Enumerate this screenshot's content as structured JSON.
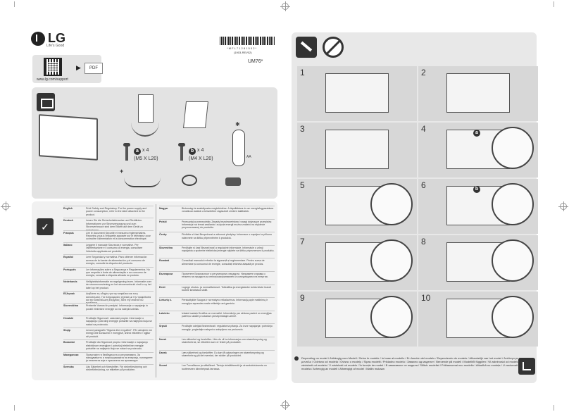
{
  "brand": {
    "logo": "LG",
    "tagline": "Life's Good"
  },
  "support": {
    "url": "www.lg.com/support",
    "pdf_label": "PDF",
    "arrow": "▶"
  },
  "barcode": {
    "number": "* M F L 7 1 2 8 1 5 0 2 *",
    "part_code": "(1903-REV02)"
  },
  "model": "UM76*",
  "box_contents": {
    "screw_a": {
      "badge": "a",
      "count": "x 4",
      "size": "(M5 X L20)"
    },
    "screw_b": {
      "badge": "b",
      "count": "x 4",
      "size": "(M4 X L20)"
    },
    "battery": "AA",
    "bluetooth_icon": "bluetooth-icon",
    "plus": "+"
  },
  "check_icon": "✓",
  "languages_left": [
    {
      "lang": "English",
      "text": "Print Safety and Regulatory. For the power supply and power consumption, refer to the label attached to the product."
    },
    {
      "lang": "Deutsch",
      "text": "Lesen Sie die Sicherheitshinweise und Richtlinien. Informationen zur Stromversorgung und zum Stromverbrauch sind dem Etikett auf dem Gerät zu entnehmen."
    },
    {
      "lang": "Français",
      "text": "Lire le document Sécurité et mesures réglementaires. Reportez-vous à l'étiquette apposée sur le téléviseur pour connaître l'alimentation et la consommation électrique."
    },
    {
      "lang": "Italiano",
      "text": "Leggere il manuale Sicurezza e normative. Per l'alimentazione e il consumo di energia, consultare l'etichetta applicata sul prodotto."
    },
    {
      "lang": "Español",
      "text": "Leer Seguridad y normativa. Para obtener información acerca de la fuente de alimentación y el consumo de energía, consulte la etiqueta del producto."
    },
    {
      "lang": "Português",
      "text": "Ler informações sobre a Segurança e Regulamentos. No que respeita à fonte de alimentação e ao consumo de energia, consulte a etiqueta afixada no produto."
    },
    {
      "lang": "Nederlands",
      "text": "Veiligheidsinformatie en regelgeving lezen. Informatie over de stroomvoorziening en het stroomverbruik vindt u op het label op het product."
    },
    {
      "lang": "Ελληνικά",
      "text": "Διαβάστε τις οδηγίες για την ασφάλεια και τους κανονισμούς. Για πληροφορίες σχετικά με την τροφοδοσία και την κατανάλωση ενέργειας, δείτε την ετικέτα του προϊόντος."
    },
    {
      "lang": "Slovenščina",
      "text": "Preberite Varnost in predpisi. Informacije o napajanju in porabi električne energije so na nalepki izdelka."
    },
    {
      "lang": "Hrvatski",
      "text": "Pročitajte Sigurnost i zakonski propisi. Informacije o napajanju i potrošnji energije potražite na naljepnici koja se nalazi na proizvodu."
    },
    {
      "lang": "Shqip",
      "text": "Lexoni paragrafin \"Siguria dhe rregullimi\". Për ushqimin me energji dhe konsumin e energjisë, shihni etiketën e ngjitur në produkt."
    },
    {
      "lang": "Bosanski",
      "text": "Pročitajte dio Sigurnost propisi. Informacije o napajanju električnom energijom i potrošnji električne energije potražite na naljepnici koja se nalazi na proizvodu."
    },
    {
      "lang": "Македонски",
      "text": "Прочитајте ги безбедноста и регулативата. За напојувањето и потрошувачката на енергија, погледнете ја етикетата која е прикачена на производот."
    },
    {
      "lang": "Svenska",
      "text": "Läs Säkerhet och föreskrifter. För strömförsörjning och strömförbrukning, se etiketten på produkten."
    }
  ],
  "languages_right": [
    {
      "lang": "Magyar",
      "text": "Biztonság és szabályozás megtekintése. A tápellátásra és az energiafogyasztásra vonatkozó adatok a készülékre ragasztott címkén találhatók."
    },
    {
      "lang": "Polski",
      "text": "Przeczytaj w przewodniku Zasady bezpieczeństwa i uwagi dotyczące przepisów. Informacje na temat zasilania i zużycia energii można znaleźć na etykiecie przymocowanej do produktu."
    },
    {
      "lang": "Česky",
      "text": "Přečtěte si část Bezpečnost a zákonné předpisy. Informace o napájení a příkonu naleznete na štítku připevněném k produktu."
    },
    {
      "lang": "Slovenčina",
      "text": "Prečítajte si časť Bezpečnosť a regulačné informácie. Informácie o zdroji napájania a spotrebe elektrickej energie nájdete na štítku pripevnenom k produktu."
    },
    {
      "lang": "Română",
      "text": "Consultați manualul referitor la siguranță și reglementare. Pentru sursa de alimentare și consumul de energie, consultați eticheta atașată pe produs."
    },
    {
      "lang": "Български",
      "text": "Прочетете Безопасност и регулаторни стандарти. Направете справка с етикета на продукта за електрозахранването и консумацията на енергия."
    },
    {
      "lang": "Eesti",
      "text": "Lugege ohutus- ja normatiivteavet. Toiteallika ja energiatarbe kohta leiate teavet tootele kinnitatud sildilt."
    },
    {
      "lang": "Lietuvių k.",
      "text": "Perskaitykite Saugos ir normatyvo reikalavimus. Informaciją apie maitinimą ir energijos sąnaudas rasite etiketėje ant gaminio."
    },
    {
      "lang": "Latviešu",
      "text": "Izlasiet sadaļu Drošība un normatīvi. Informāciju par strāvas padevi un enerģijas patēriņu skatiet produktam piestiprinātajā uzlīmē."
    },
    {
      "lang": "Srpski",
      "text": "Pročitajte odeljak Bezbednost i regulatorna pitanja. Za izvor napajanja i potrošnju energije, pogledajte nalepnicu zalepljenu na proizvodu."
    },
    {
      "lang": "Norsk",
      "text": "Les sikkerhet og forskrifter. Hvis du vil ha informasjon om strømforsyning og strømforbruk, se etiketten som er festet på produktet."
    },
    {
      "lang": "Dansk",
      "text": "Læs sikkerhed og forskrifter. Du kan få oplysninger om strømforsyning og strømforbrug på det mærkat, der sidder på produktet."
    },
    {
      "lang": "Suomi",
      "text": "Lue Turvallisuus ja säädökset. Tietoja virtalähteestä ja virrankulutuksesta on tuotteeseen kiinnitetyssä tarrassa."
    }
  ],
  "steps": [
    "1",
    "2",
    "3",
    "4",
    "5",
    "6",
    "7",
    "8",
    "9",
    "10"
  ],
  "step_badges": {
    "s4": "a",
    "s6": "b"
  },
  "footer_text": "Depending on model / Abhängig vom Modell / Selon le modèle / In base al modello / En función del modelo / Dependendo do modelo / Afhankelijk van het model / Ανάλογα με το μοντέλο / Odvisno od modela / Ovisno o modelu / Sipas modelit / Prikladno modelu / Зависно од моделот / Beroende på modell / Modelltől függően / W zależności od modelu / V závislosti od modelu / V závislosti od modelu / În funcție de model / В зависимост от модела / Sõltub mudelist / Priklausomai nuo modelio / Atkarībā no modeļa / U zavisnosti od modela / Avhengig av modell / Afhængigt af model / Mallin mukaan"
}
